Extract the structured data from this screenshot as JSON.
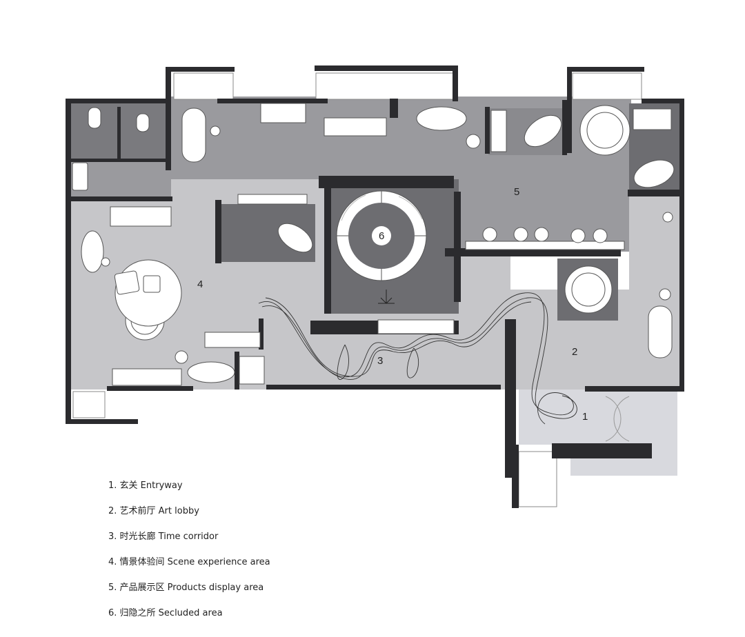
{
  "rooms": [
    {
      "num": "1"
    },
    {
      "num": "2"
    },
    {
      "num": "3"
    },
    {
      "num": "4"
    },
    {
      "num": "5"
    },
    {
      "num": "6"
    }
  ],
  "legend": [
    "1. 玄关  Entryway",
    "2. 艺术前厅 Art lobby",
    "3. 时光长廊 Time corridor",
    "4. 情景体验间  Scene experience area",
    "5. 产品展示区  Products display area",
    "6. 归隐之所 Secluded area"
  ],
  "colors": {
    "wall": "#2b2b2e",
    "floor_light": "#c6c6c9",
    "floor_mid": "#9a9a9e",
    "floor_dark": "#6d6d71",
    "fixture": "#ffffff",
    "entry_floor": "#d8d9de"
  }
}
